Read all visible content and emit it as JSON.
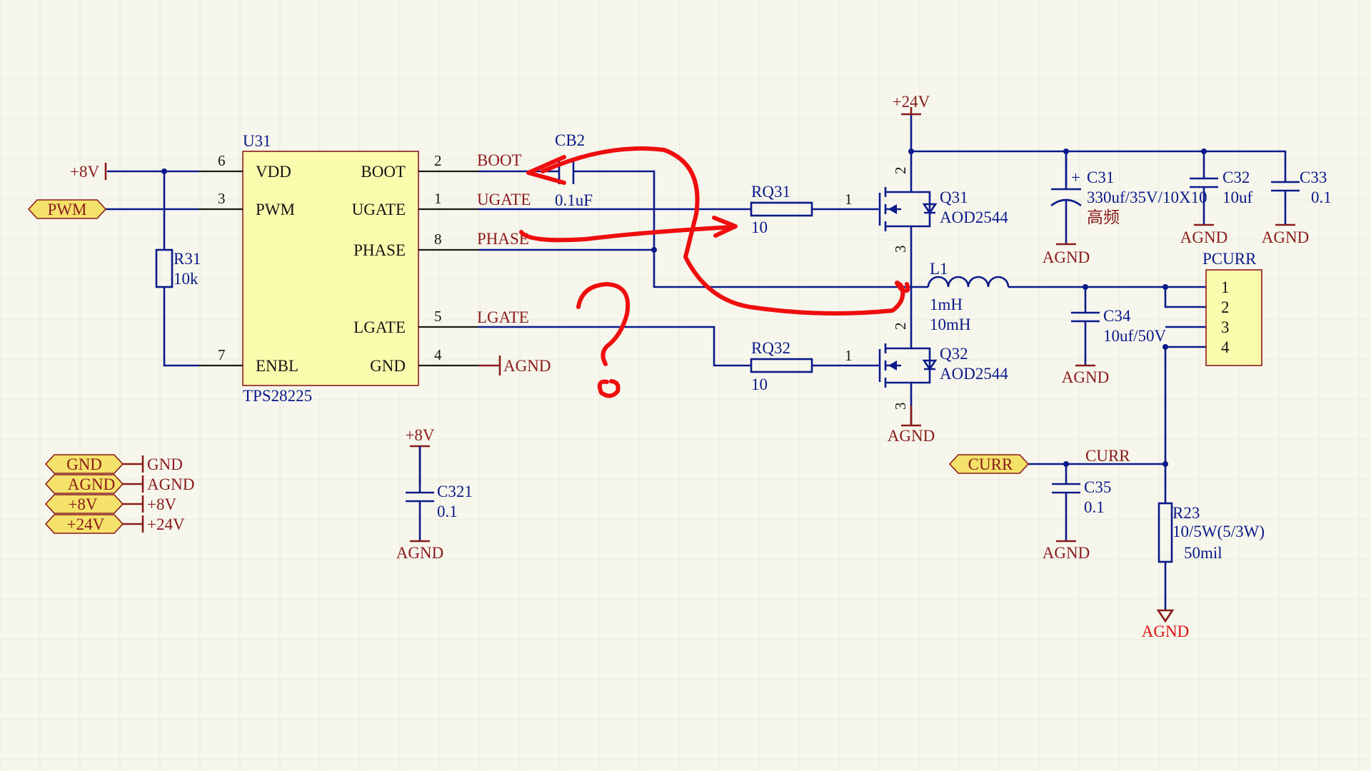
{
  "ic": {
    "designator": "U31",
    "part": "TPS28225",
    "pins_left": [
      {
        "num": "6",
        "name": "VDD"
      },
      {
        "num": "3",
        "name": "PWM"
      },
      {
        "num": "7",
        "name": "ENBL"
      }
    ],
    "pins_right": [
      {
        "num": "2",
        "name": "BOOT"
      },
      {
        "num": "1",
        "name": "UGATE"
      },
      {
        "num": "8",
        "name": "PHASE"
      },
      {
        "num": "5",
        "name": "LGATE"
      },
      {
        "num": "4",
        "name": "GND"
      }
    ]
  },
  "nets": {
    "boot": "BOOT",
    "ugate": "UGATE",
    "phase": "PHASE",
    "lgate": "LGATE",
    "curr": "CURR"
  },
  "power": {
    "p8v": "+8V",
    "p24v": "+24V",
    "agnd": "AGND",
    "gnd": "GND"
  },
  "ports": {
    "pwm": "PWM",
    "curr": "CURR",
    "legend": [
      "GND",
      "AGND",
      "+8V",
      "+24V"
    ]
  },
  "components": {
    "r31": {
      "ref": "R31",
      "value": "10k"
    },
    "cb2": {
      "ref": "CB2",
      "value": "0.1uF"
    },
    "rq31": {
      "ref": "RQ31",
      "value": "10",
      "pin": "1"
    },
    "rq32": {
      "ref": "RQ32",
      "value": "10",
      "pin": "1"
    },
    "q31": {
      "ref": "Q31",
      "part": "AOD2544",
      "pin_d": "2",
      "pin_s": "3",
      "pin_g": "1"
    },
    "q32": {
      "ref": "Q32",
      "part": "AOD2544",
      "pin_d": "2",
      "pin_s": "3",
      "pin_g": "1"
    },
    "l1": {
      "ref": "L1",
      "value1": "1mH",
      "value2": "10mH"
    },
    "c31": {
      "ref": "C31",
      "value": "330uf/35V/10X10",
      "note": "高频",
      "plus": "+"
    },
    "c32": {
      "ref": "C32",
      "value": "10uf"
    },
    "c33": {
      "ref": "C33",
      "value": "0.1"
    },
    "c34": {
      "ref": "C34",
      "value": "10uf/50V"
    },
    "c35": {
      "ref": "C35",
      "value": "0.1"
    },
    "c321": {
      "ref": "C321",
      "value": "0.1"
    },
    "r23": {
      "ref": "R23",
      "value": "10/5W(5/3W)",
      "note": "50mil"
    },
    "pcurr": {
      "ref": "PCURR",
      "pins": [
        "1",
        "2",
        "3",
        "4"
      ]
    }
  },
  "colors": {
    "wire": "#0b1a8a",
    "power": "#8a1a1a",
    "ic_fill": "#fbfbae",
    "port_fill": "#f4e26a",
    "annotation": "#ee0e0e",
    "background": "#f6f6ec"
  }
}
